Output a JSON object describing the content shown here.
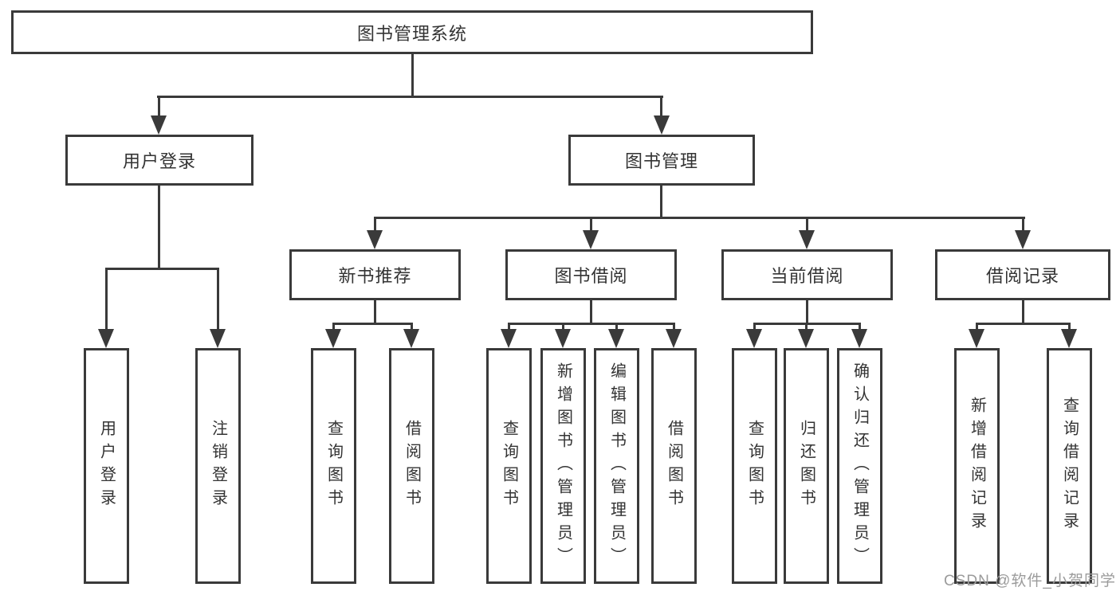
{
  "colors": {
    "line": "#3a3a3a",
    "text": "#333333",
    "watermark": "#9b9b9b",
    "background": "#ffffff"
  },
  "diagram": {
    "title": "图书管理系统",
    "root": {
      "label": "图书管理系统"
    },
    "level2": [
      {
        "id": "user-login",
        "label": "用户登录",
        "parent": "图书管理系统"
      },
      {
        "id": "book-management",
        "label": "图书管理",
        "parent": "图书管理系统"
      }
    ],
    "level3": [
      {
        "id": "new-book-recommend",
        "label": "新书推荐",
        "parent": "图书管理"
      },
      {
        "id": "book-borrow",
        "label": "图书借阅",
        "parent": "图书管理"
      },
      {
        "id": "current-borrow",
        "label": "当前借阅",
        "parent": "图书管理"
      },
      {
        "id": "borrow-records",
        "label": "借阅记录",
        "parent": "图书管理"
      }
    ],
    "leaves": [
      {
        "label": "用户登录",
        "parent": "用户登录"
      },
      {
        "label": "注销登录",
        "parent": "用户登录"
      },
      {
        "label": "查询图书",
        "parent": "新书推荐"
      },
      {
        "label": "借阅图书",
        "parent": "新书推荐"
      },
      {
        "label": "查询图书",
        "parent": "图书借阅"
      },
      {
        "label": "新增图书（管理员）",
        "parent": "图书借阅"
      },
      {
        "label": "编辑图书（管理员）",
        "parent": "图书借阅"
      },
      {
        "label": "借阅图书",
        "parent": "图书借阅"
      },
      {
        "label": "查询图书",
        "parent": "当前借阅"
      },
      {
        "label": "归还图书",
        "parent": "当前借阅"
      },
      {
        "label": "确认归还（管理员）",
        "parent": "当前借阅"
      },
      {
        "label": "新增借阅记录",
        "parent": "借阅记录"
      },
      {
        "label": "查询借阅记录",
        "parent": "借阅记录"
      }
    ],
    "watermark": "CSDN @软件_小贺同学"
  }
}
